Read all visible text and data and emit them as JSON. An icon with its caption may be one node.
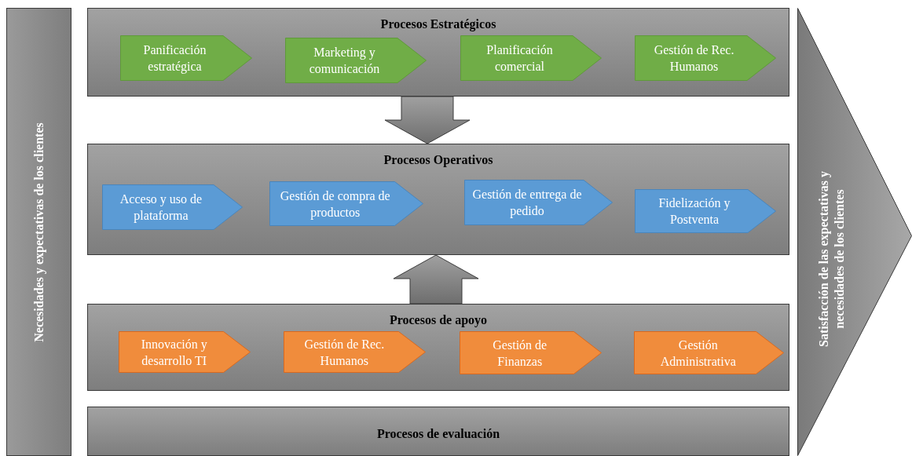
{
  "diagram": {
    "nodes": [
      {
        "text": [
          "Necesidades y expectativas de los clientes"
        ]
      },
      {
        "text": [
          "Procesos Estratégicos"
        ]
      },
      {
        "text": [
          "Panificación estratégica"
        ],
        "in": 1
      },
      {
        "text": [
          "Marketing y comunicación"
        ],
        "in": 1
      },
      {
        "text": [
          "Planificación comercial"
        ],
        "in": 1
      },
      {
        "text": [
          "Gestión de Rec. Humanos"
        ],
        "in": 1
      },
      {
        "text": [
          "Procesos Operativos"
        ]
      },
      {
        "text": [
          "Acceso y uso de plataforma"
        ],
        "in": 6
      },
      {
        "text": [
          "Gestión de compra de productos"
        ],
        "in": 6
      },
      {
        "text": [
          "Gestión de entrega de pedido"
        ],
        "in": 6
      },
      {
        "text": [
          "Fidelización y Postventa"
        ],
        "in": 6
      },
      {
        "text": [
          "Procesos de apoyo"
        ]
      },
      {
        "text": [
          "Innovación y desarrollo TI"
        ],
        "in": 11
      },
      {
        "text": [
          "Gestión de Rec. Humanos"
        ],
        "in": 11
      },
      {
        "text": [
          "Gestión de Finanzas"
        ],
        "in": 11
      },
      {
        "text": [
          "Gestión Administrativa"
        ],
        "in": 11
      },
      {
        "text": [
          "Procesos de evaluación"
        ]
      },
      {
        "text": [
          "Satisfacción de las expectativas y necesidades de los clientes"
        ]
      }
    ],
    "edges": [
      {
        "from": 1,
        "to": 6,
        "arrow": "to",
        "style": "thick"
      },
      {
        "from": 11,
        "to": 6,
        "arrow": "to",
        "style": "thick"
      }
    ]
  }
}
